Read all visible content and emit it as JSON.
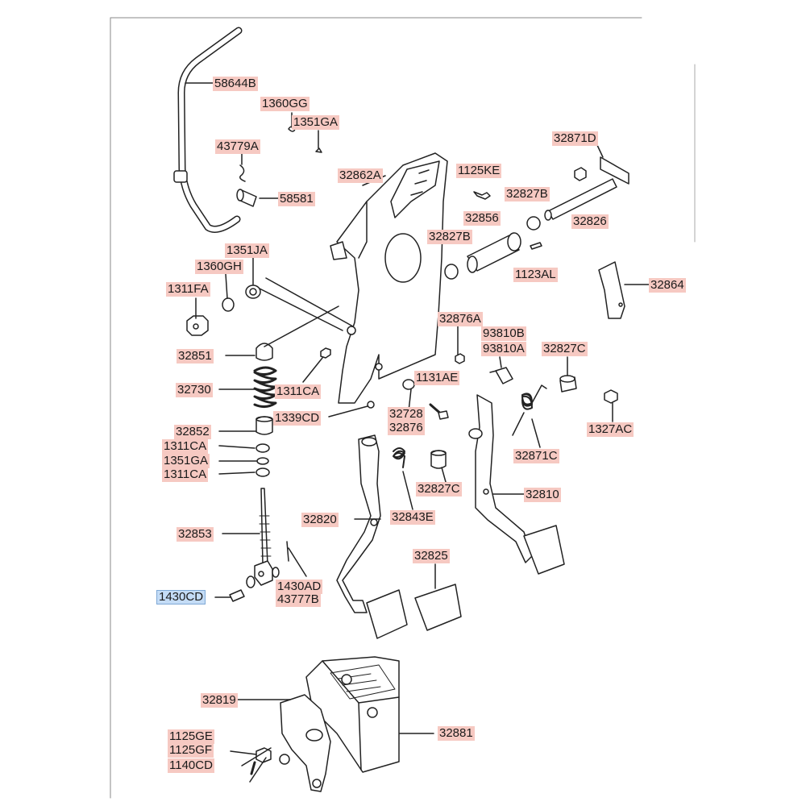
{
  "colors": {
    "label_background": "#f6c9c2",
    "selected_label_background": "#c4dcf6",
    "line_art": "#222222"
  },
  "parts": {
    "p58644B": "58644B",
    "p1360GG": "1360GG",
    "p1351GA_top": "1351GA",
    "p43779A": "43779A",
    "p58581": "58581",
    "p32862A": "32862A",
    "p1125KE": "1125KE",
    "p32871D": "32871D",
    "p32827B_upper": "32827B",
    "p32856": "32856",
    "p32826": "32826",
    "p32827B_lower": "32827B",
    "p1123AL": "1123AL",
    "p32864": "32864",
    "p1351JA": "1351JA",
    "p1360GH": "1360GH",
    "p1311FA": "1311FA",
    "p32876A": "32876A",
    "p93810B": "93810B",
    "p93810A": "93810A",
    "p32827C_right": "32827C",
    "p32851": "32851",
    "p1311CA_mid": "1311CA",
    "p1131AE": "1131AE",
    "p32730": "32730",
    "p32728": "32728",
    "p32876": "32876",
    "p1339CD": "1339CD",
    "p1327AC": "1327AC",
    "p32852": "32852",
    "p1311CA_a": "1311CA",
    "p1351GA_b": "1351GA",
    "p1311CA_c": "1311CA",
    "p32871C": "32871C",
    "p32827C_mid": "32827C",
    "p32810": "32810",
    "p32820": "32820",
    "p32843E": "32843E",
    "p32853": "32853",
    "p32825": "32825",
    "p1430AD": "1430AD",
    "p43777B": "43777B",
    "p1430CD": "1430CD",
    "p32819": "32819",
    "p32881": "32881",
    "p1125GE": "1125GE",
    "p1125GF": "1125GF",
    "p1140CD": "1140CD"
  }
}
